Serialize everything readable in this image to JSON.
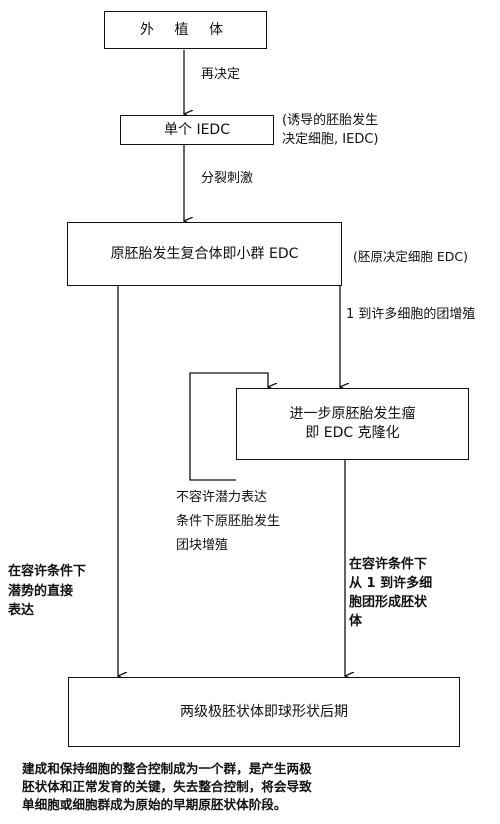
{
  "boxes": {
    "explant": "外 植 体",
    "single_iedc": "单个 IEDC",
    "proembryo_complex": "原胚胎发生复合体即小群 EDC",
    "further_proembryo": "进一步原胚胎发生瘤\n即 EDC 克隆化",
    "bipolar_embryoid": "两级极胚状体即球形状后期"
  },
  "labels": {
    "redetermination": "再决定",
    "iedc_note": "(诱导的胚胎发生\n决定细胞, IEDC)",
    "division_stimulus": "分裂刺激",
    "edc_note": "(胚原决定细胞 EDC)",
    "proliferation": "1 到许多细胞的团增殖",
    "nonpermissive": "不容许潜力表达\n条件下原胚胎发生\n团块增殖",
    "permissive_direct": "在容许条件下\n潜势的直接\n表达",
    "permissive_embryoid": "在容许条件下\n从 1 到许多细\n胞团形成胚状\n体",
    "bottom_text": "建成和保持细胞的整合控制成为一个群，是产生两极\n胚状体和正常发育的关键，失去整合控制，将会导致\n单细胞或细胞群成为原始的早期原胚状体阶段。"
  }
}
